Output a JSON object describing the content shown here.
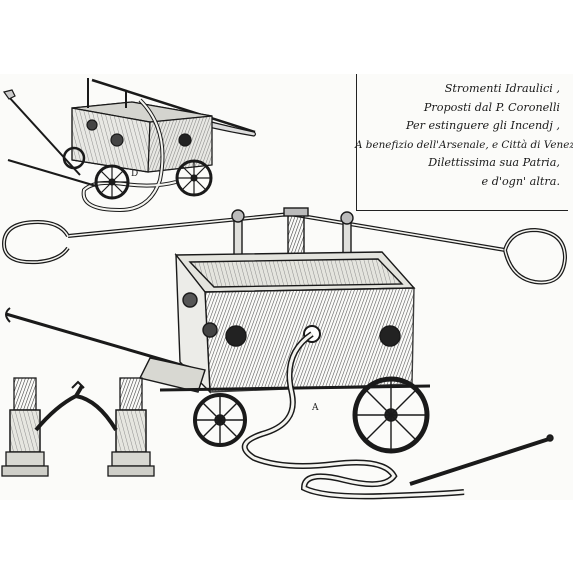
{
  "title_block": {
    "lines": [
      "Stromenti Idraulici ,",
      "Proposti dal P. Coronelli",
      "Per estinguere gli Incendj ,",
      "A benefizio dell'Arsenale, e Città di Venezia,",
      "Dilettissima sua Patria,",
      "e d'ogn' altra."
    ]
  },
  "labels": {
    "small_cart": "D",
    "large_cart": "A"
  },
  "palette": {
    "ink": "#1a1a1a",
    "paper": "#fbfbf9",
    "hatch": "#555555"
  }
}
